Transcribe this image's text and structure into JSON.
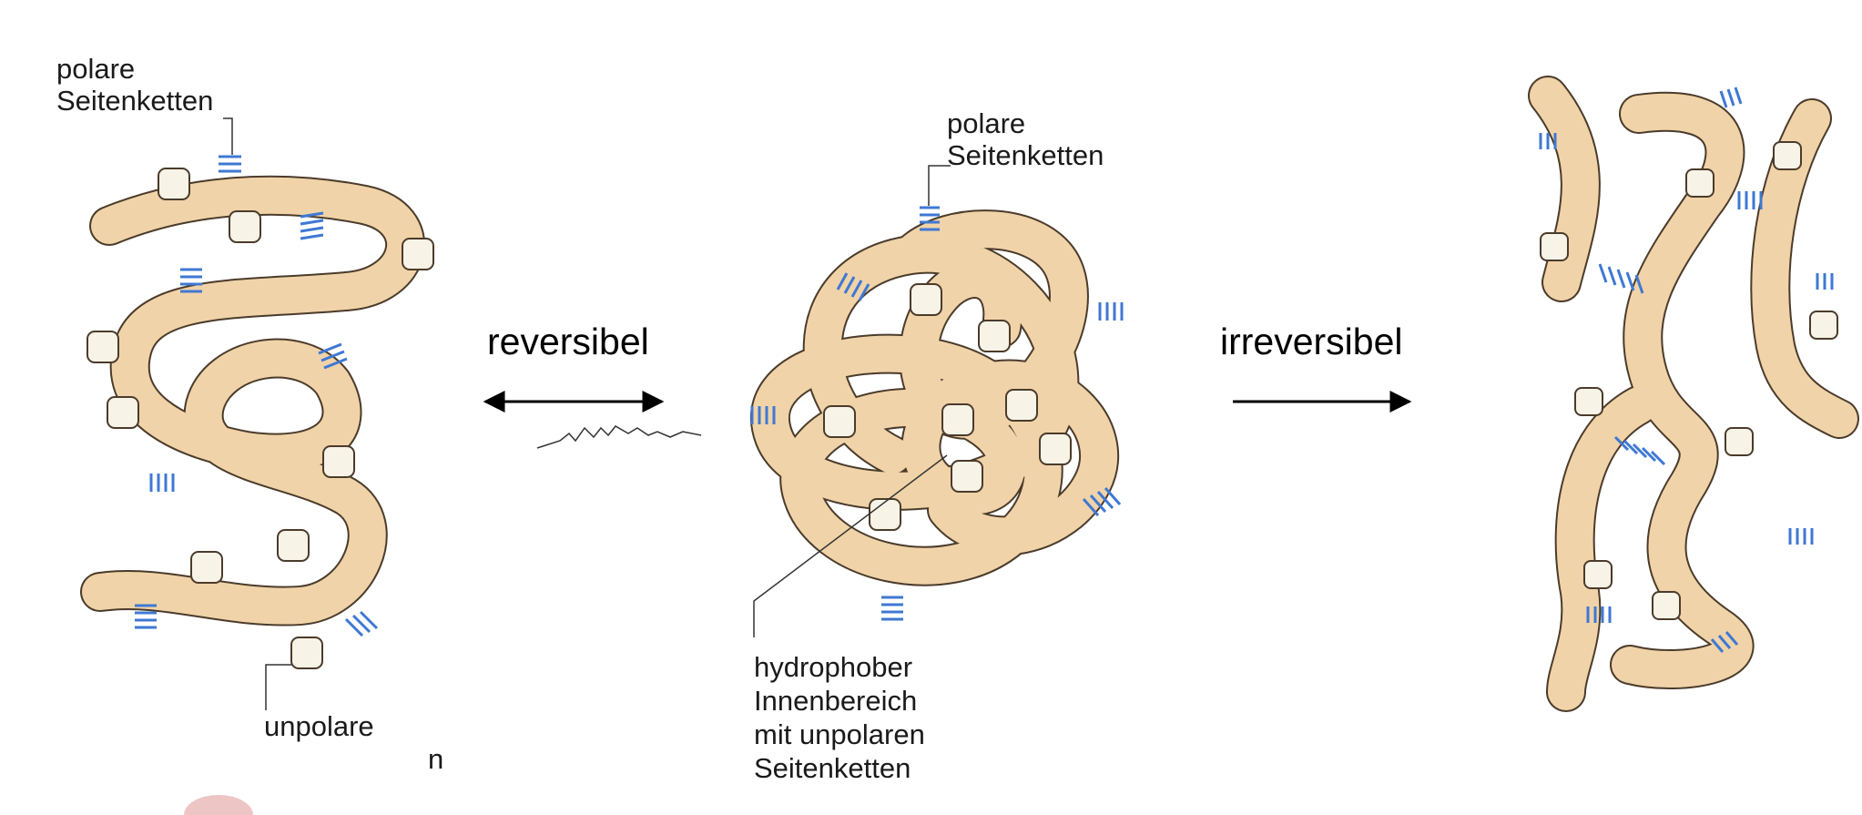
{
  "colors": {
    "chain_fill": "#f0d3a8",
    "chain_stroke": "#4b3b2b",
    "side_chain": "#3f78d3",
    "nonpolar_box": "#f7f3e6",
    "arrow": "#000000"
  },
  "panels": {
    "native_stretched": {
      "polar_label": [
        "polare",
        "Seitenketten"
      ],
      "nonpolar_label": "unpolare",
      "stray_letter": "n"
    },
    "folded": {
      "polar_label": [
        "polare",
        "Seitenketten"
      ],
      "core_label": [
        "hydrophober",
        "Innenbereich",
        "mit unpolaren",
        "Seitenketten"
      ]
    },
    "aggregated": {}
  },
  "arrows": {
    "left": {
      "label": "reversibel",
      "direction": "both"
    },
    "right": {
      "label": "irreversibel",
      "direction": "forward"
    }
  }
}
